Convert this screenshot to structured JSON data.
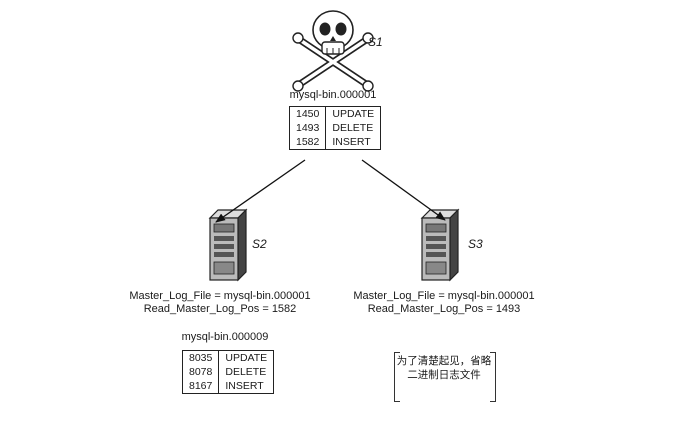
{
  "master": {
    "name": "S1",
    "icon": "skull-crossbones-icon",
    "binlog_title": "mysql-bin.000001",
    "binlog_rows": [
      {
        "pos": "1450",
        "op": "UPDATE"
      },
      {
        "pos": "1493",
        "op": "DELETE"
      },
      {
        "pos": "1582",
        "op": "INSERT"
      }
    ]
  },
  "replica_s2": {
    "name": "S2",
    "icon": "server-icon",
    "log_file": "Master_Log_File = mysql-bin.000001",
    "log_pos": "Read_Master_Log_Pos = 1582",
    "binlog_title": "mysql-bin.000009",
    "binlog_rows": [
      {
        "pos": "8035",
        "op": "UPDATE"
      },
      {
        "pos": "8078",
        "op": "DELETE"
      },
      {
        "pos": "8167",
        "op": "INSERT"
      }
    ]
  },
  "replica_s3": {
    "name": "S3",
    "icon": "server-icon",
    "log_file": "Master_Log_File = mysql-bin.000001",
    "log_pos": "Read_Master_Log_Pos = 1493",
    "note": "为了清楚起见，省略二进制日志文件"
  }
}
